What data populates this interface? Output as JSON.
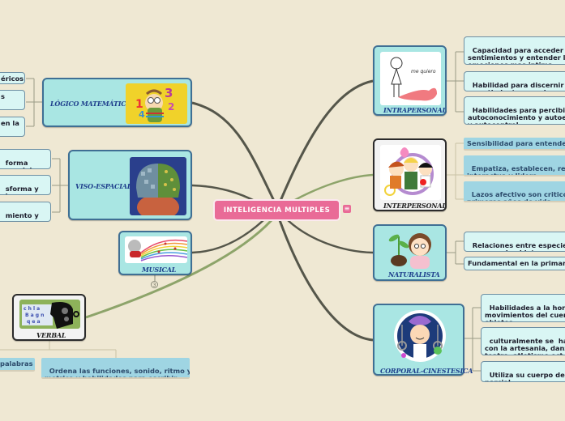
{
  "central": {
    "label": "INTELIGENCIA MULTIPLES",
    "menu_icon": "hamburger-icon"
  },
  "colors": {
    "background": "#efe8d3",
    "central": "#e96b97",
    "main_node_fill": "#a9e6e3",
    "main_node_border": "#3f6f94",
    "branch_dark": "#55564a",
    "branch_green": "#8da46a",
    "leaf_fill": "#d9f6f4",
    "leaf_flat_fill": "#9fd5e3"
  },
  "branches": {
    "logico": {
      "label": "LÓGICO MATEMÁTICA",
      "image": "math-kid-illustration",
      "leaves": [
        "éricos",
        "s",
        "en la"
      ]
    },
    "viso": {
      "label": "VISO-ESPACIAL",
      "image": "brain-illustration",
      "leaves": [
        "forma\nespacial",
        "sforma y\nales",
        "miento y\ns o mapas."
      ]
    },
    "musical": {
      "label": "MUSICAL",
      "image": "guitar-rainbow-illustration",
      "collapsed_count": "3"
    },
    "verbal": {
      "label": "VERBAL",
      "image": "talking-head-illustration",
      "leaves": [
        "palabras",
        "Ordena las funciones, sonido, ritmo y\nmetrica y habilidades para escribir"
      ]
    },
    "intrapersonal": {
      "label": "INTRAPERSONAL",
      "image": "girl-heart-illustration",
      "image_caption": "me quiero",
      "leaves": [
        "Capacidad para acceder a l\nsentimientos y entender la\nemociones mas intima",
        "Habilidad para discernir las\ny sentimientos propios",
        "Habilidades para percibir ,\nautoconocimiento y autoes\ny autocontrol."
      ]
    },
    "interpersonal": {
      "label": "INTERPERSONAL",
      "image": "friends-illustration",
      "leaves": [
        "Sensibilidad para entender",
        "Empatiza, establecen, relac\ninteractua y lidera",
        "Lazos afectivo son criticos e\nprimeros años de vida"
      ]
    },
    "naturalista": {
      "label": "NATURALISTA",
      "image": "girl-plant-illustration",
      "leaves": [
        "Relaciones entre especies e\ny grupos de objetos",
        "Fundamental en la primaria"
      ]
    },
    "corporal": {
      "label": "CORPORAL-CINESTESICA",
      "image": "gymnast-illustration",
      "leaves": [
        "Habilidades a la hora d\nmovimientos del cuerp\nobjetos",
        "culturalmente se  halla\ncon la artesania, danz\nteatro, atletismo ect.",
        "Utiliza su cuerpo de fo\nparcial"
      ]
    }
  }
}
